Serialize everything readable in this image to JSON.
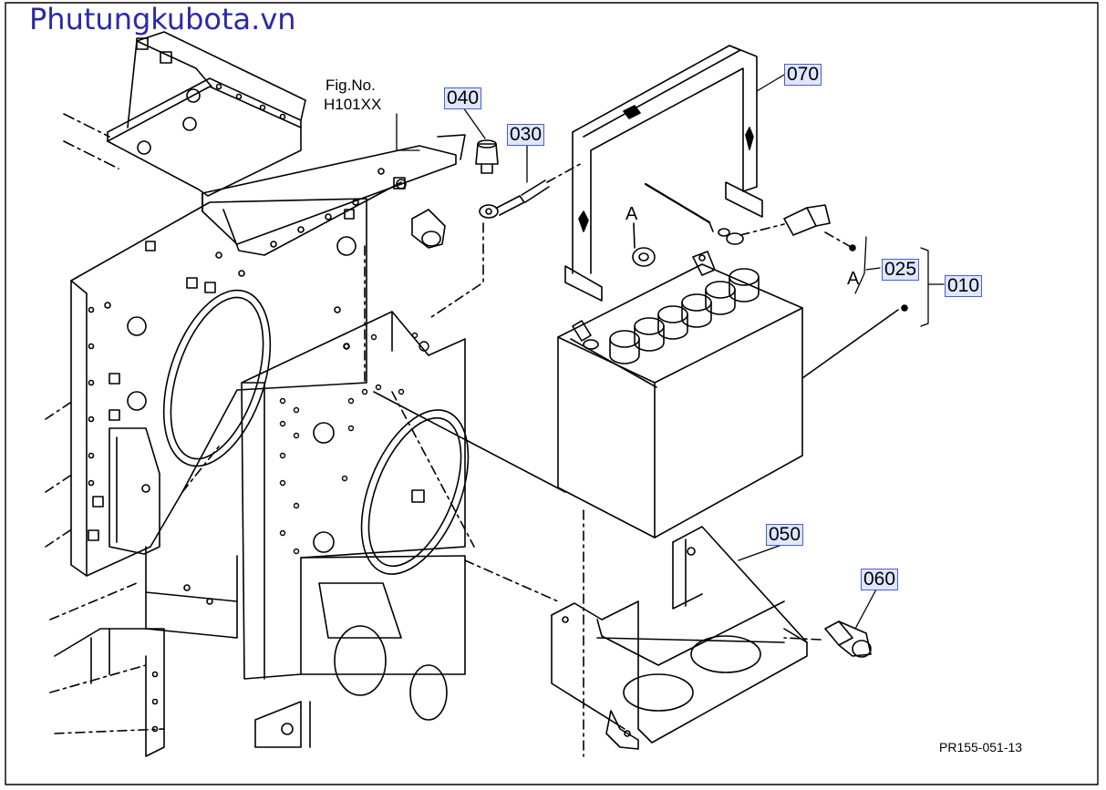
{
  "watermark": "Phutungkubota.vn",
  "fig_ref": {
    "line1": "Fig.No.",
    "line2": "H101XX"
  },
  "callouts": {
    "p040": "040",
    "p030": "030",
    "p070": "070",
    "p025": "025",
    "p010": "010",
    "p050": "050",
    "p060": "060"
  },
  "markers": {
    "a_top": "A",
    "a_side": "A"
  },
  "drawing_code": "PR155-051-13"
}
